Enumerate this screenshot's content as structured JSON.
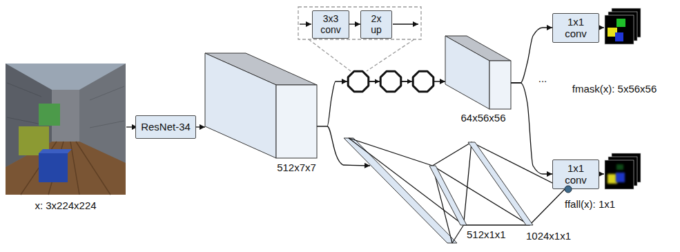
{
  "diagram": {
    "nodes": [
      {
        "text": [
          "ResNet-34"
        ]
      },
      {
        "text": [
          "512x7x7"
        ]
      },
      {
        "text": [
          "3x3 conv"
        ]
      },
      {
        "text": [
          "2x up"
        ]
      },
      {
        "text": [
          "64x56x56"
        ]
      },
      {
        "text": [
          "1x1 conv"
        ]
      },
      {
        "text": [
          "1x1 conv"
        ]
      },
      {
        "text": [
          "512x1x1"
        ]
      },
      {
        "text": [
          "1024x1x1"
        ]
      },
      {
        "text": [
          "ffall(x): 1x1"
        ]
      }
    ],
    "edges": [
      {
        "from": 0,
        "to": 1,
        "arrow": "to"
      },
      {
        "from": 2,
        "to": 3,
        "arrow": "to"
      },
      {
        "from": 1,
        "to": 4,
        "arrow": "to"
      },
      {
        "from": 4,
        "to": 5,
        "arrow": "to"
      },
      {
        "from": 4,
        "to": 6,
        "arrow": "to"
      },
      {
        "from": 7,
        "to": 8,
        "arrow": "none"
      },
      {
        "from": 8,
        "to": 9,
        "arrow": "none"
      }
    ],
    "labels": [
      "x: 3x224x224",
      "...",
      "fmask(x): 5x56x56"
    ]
  }
}
